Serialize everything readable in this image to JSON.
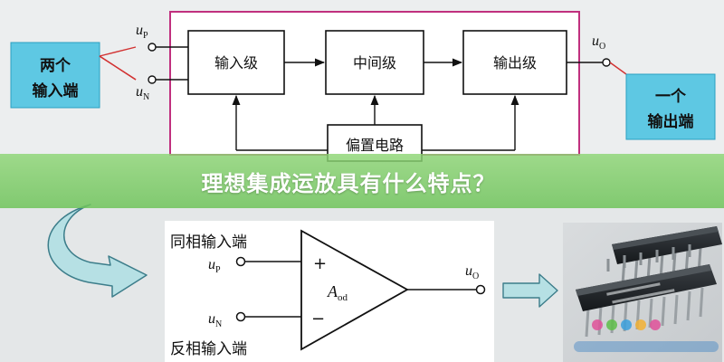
{
  "top_diagram": {
    "left_label": [
      "两个",
      "输入端"
    ],
    "right_label": [
      "一个",
      "输出端"
    ],
    "input_p": {
      "base": "u",
      "sub": "P"
    },
    "input_n": {
      "base": "u",
      "sub": "N"
    },
    "output": {
      "base": "u",
      "sub": "O"
    },
    "stages": [
      "输入级",
      "中间级",
      "输出级"
    ],
    "bias": "偏置电路"
  },
  "banner": {
    "title": "理想集成运放具有什么特点？"
  },
  "bottom_diagram": {
    "noninverting_label": "同相输入端",
    "inverting_label": "反相输入端",
    "input_p": {
      "base": "u",
      "sub": "P"
    },
    "input_n": {
      "base": "u",
      "sub": "N"
    },
    "output": {
      "base": "u",
      "sub": "O"
    },
    "plus": "+",
    "minus": "−",
    "gain": {
      "base": "A",
      "sub": "od"
    }
  },
  "colors": {
    "label_box": "#5ec8e3",
    "frame": "#c0307e",
    "banner": "#7cc868",
    "curved_arrow": "#b6e0e4"
  },
  "icons": [
    "curved-arrow-icon",
    "right-arrow-icon",
    "ic-chip-icon"
  ]
}
